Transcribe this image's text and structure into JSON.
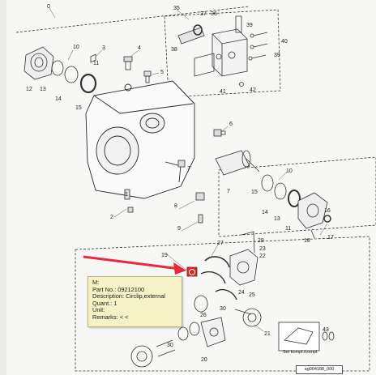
{
  "callouts": {
    "c0": "0",
    "c35": "35",
    "c37": "37",
    "c36": "36",
    "c3": "3",
    "c4": "4",
    "c10a": "10",
    "c11a": "11",
    "c12": "12",
    "c13a": "13",
    "c14a": "14",
    "c15a": "15",
    "c38": "38",
    "c5": "5",
    "c39": "39",
    "c40": "40",
    "c41": "41",
    "c42": "42",
    "c39b": "39",
    "c6": "6",
    "c7": "7",
    "c10b": "10",
    "c15b": "15",
    "c14b": "14",
    "c13b": "13",
    "c11b": "11",
    "c18": "18",
    "c16": "16",
    "c17": "17",
    "c1": "1",
    "c2": "2",
    "c8": "8",
    "c9": "9",
    "c19": "19",
    "c27": "27",
    "c28": "28",
    "c23": "23",
    "c22": "22",
    "c24": "24",
    "c26": "26",
    "c30": "30",
    "c25": "25",
    "c20": "20",
    "c21": "21",
    "c43": "43",
    "c30b": "30"
  },
  "tooltip": {
    "line1": "M:",
    "line2": "Part No.: 09212100",
    "line3": "Description: Circlip,external",
    "line4": "Quant.: 1",
    "line5": "Unit:",
    "line6": "Remarks: < <"
  },
  "seal_kit_label": "Set kompl./compl.",
  "drawing_code": "ag004188_000",
  "colors": {
    "arrow": "#e8283a",
    "highlight": "#d22b2b",
    "tooltip_bg": "#f6f1c6"
  }
}
